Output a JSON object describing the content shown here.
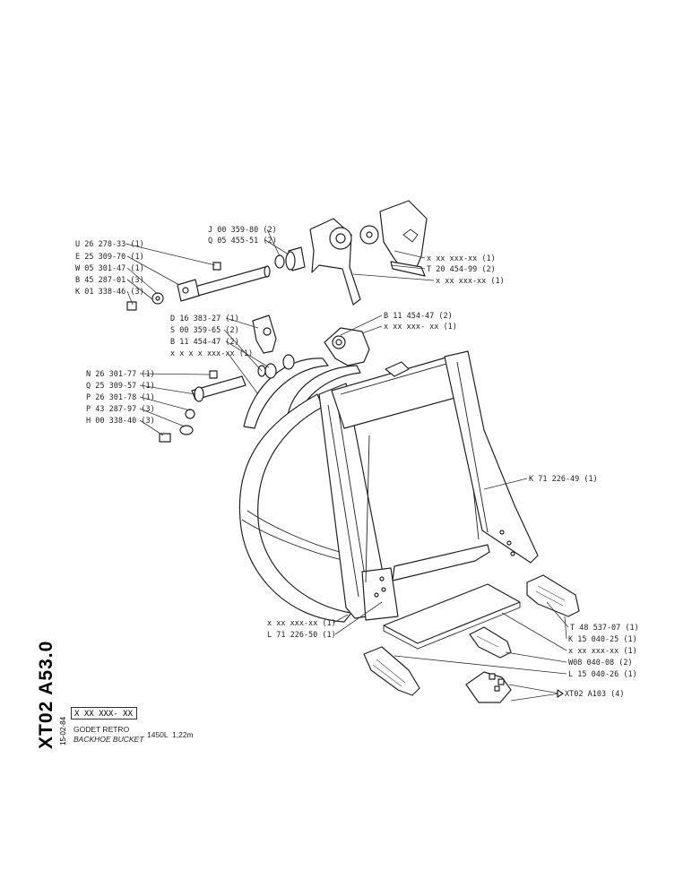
{
  "drawing_code": "XT02 A53.0",
  "revision_code": "X XX XXX- XX",
  "date": "15-02-84",
  "title_fr": "GODET RETRO",
  "title_en": "BACKHOE BUCKET",
  "spec_width": "1450L",
  "spec_capacity": "1,22m",
  "parts": [
    "U 26 278-33 (1)",
    "E 25 309-70 (1)",
    "W 05 301-47 (1)",
    "B 45 287-01 (3)",
    "K 01 338-46 (3)",
    "J 00 359-80 (2)",
    "Q 05 455-51 (2)",
    "x xx xxx-xx (1)",
    "T 20 454-99 (2)",
    "x xx xxx-xx (1)",
    "D 16 383-27 (1)",
    "S 00 359-65 (2)",
    "B 11 454-47 (2)",
    "x x x x xxx-xx (1)",
    "B 11 454-47 (2)",
    "x xx xxx- xx (1)",
    "N 26 301-77 (1)",
    "Q 25 309-57 (1)",
    "P 26 301-78 (1)",
    "P 43 287-97 (3)",
    "H 00 338-40 (3)",
    "K 71 226-49 (1)",
    "x xx xxx-xx (1)",
    "L 71 226-50 (1)",
    "T 48 537-07 (1)",
    "K 15 040-25 (1)",
    "x xx xxx-xx (1)",
    "W08 040-08 (2)",
    "L 15 040-26 (1)",
    "XT02 A103 (4)"
  ]
}
